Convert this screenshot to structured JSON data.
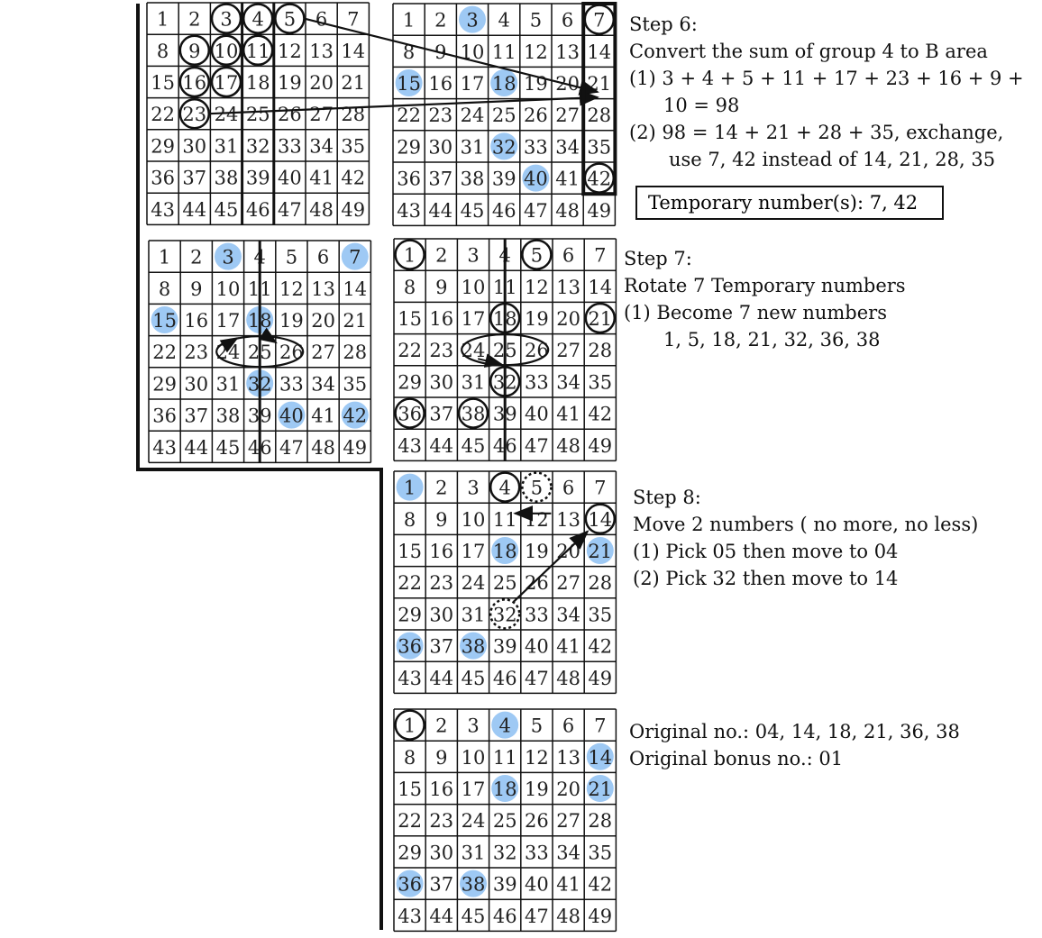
{
  "grid_numbers": [
    1,
    2,
    3,
    4,
    5,
    6,
    7,
    8,
    9,
    10,
    11,
    12,
    13,
    14,
    15,
    16,
    17,
    18,
    19,
    20,
    21,
    22,
    23,
    24,
    25,
    26,
    27,
    28,
    29,
    30,
    31,
    32,
    33,
    34,
    35,
    36,
    37,
    38,
    39,
    40,
    41,
    42,
    43,
    44,
    45,
    46,
    47,
    48,
    49
  ],
  "colors": {
    "highlight": "#9ec9f4",
    "line": "#111111"
  },
  "grids": [
    {
      "id": "step6-left",
      "circled": [
        3,
        4,
        5,
        9,
        10,
        11,
        16,
        17,
        23
      ],
      "highlighted": [],
      "dotted": []
    },
    {
      "id": "step6-right",
      "circled": [
        7,
        42
      ],
      "highlighted": [
        3,
        15,
        18,
        32,
        40
      ],
      "dotted": []
    },
    {
      "id": "step7-left",
      "circled": [],
      "highlighted": [
        3,
        7,
        15,
        18,
        32,
        40,
        42
      ],
      "dotted": []
    },
    {
      "id": "step7-right",
      "circled": [
        1,
        5,
        18,
        21,
        32,
        36,
        38
      ],
      "highlighted": [],
      "dotted": []
    },
    {
      "id": "step8",
      "circled": [
        4,
        14
      ],
      "highlighted": [
        1,
        18,
        21,
        36,
        38
      ],
      "dotted": [
        5,
        32
      ]
    },
    {
      "id": "original",
      "circled": [
        1
      ],
      "highlighted": [
        4,
        14,
        18,
        21,
        36,
        38
      ],
      "dotted": []
    }
  ],
  "step6": {
    "title": "Step 6:",
    "line1": "Convert the sum of group 4 to B area",
    "line2": "(1)  3 + 4 + 5 + 11 + 17 + 23 + 16 + 9 +",
    "line3": "10 = 98",
    "line4": "(2) 98 = 14 + 21 + 28 + 35, exchange,",
    "line5": "use 7, 42 instead of 14, 21, 28, 35",
    "temporary": "Temporary number(s):  7, 42"
  },
  "step7": {
    "title": "Step 7:",
    "line1": "Rotate 7 Temporary numbers",
    "line2": "(1) Become 7 new numbers",
    "line3": "1, 5, 18, 21, 32, 36, 38"
  },
  "step8": {
    "title": "Step 8:",
    "line1": "Move 2 numbers ( no more, no less)",
    "line2": "(1)  Pick 05 then move to 04",
    "line3": "(2)  Pick 32 then move to 14"
  },
  "original": {
    "line1": "Original no.:  04, 14, 18, 21, 36, 38",
    "line2": "Original bonus no.: 01"
  }
}
